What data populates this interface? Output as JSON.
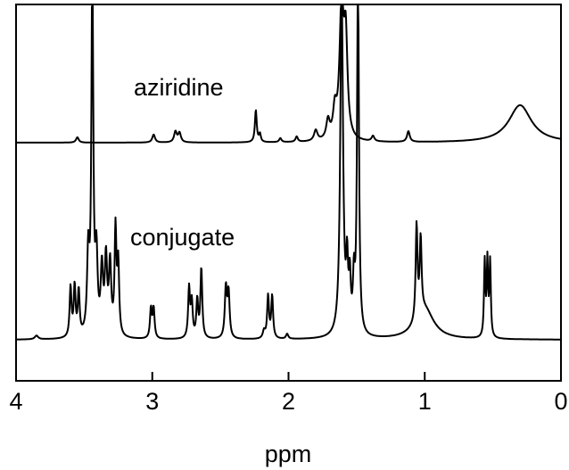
{
  "chart_data": {
    "type": "line",
    "title": "",
    "xlabel": "ppm",
    "ylabel": "",
    "xlim": [
      4,
      0
    ],
    "x_reversed": true,
    "xticks": [
      4,
      3,
      2,
      1,
      0
    ],
    "tick_labels": [
      "4",
      "3",
      "2",
      "1",
      "0"
    ],
    "grid": false,
    "legend": "none",
    "line_color": "#000000",
    "series": [
      {
        "name": "aziridine",
        "baseline": 0.59,
        "peaks": [
          {
            "x": 3.55,
            "h": 0.02,
            "w": 0.012
          },
          {
            "x": 2.99,
            "h": 0.03,
            "w": 0.012
          },
          {
            "x": 2.83,
            "h": 0.04,
            "w": 0.012
          },
          {
            "x": 2.8,
            "h": 0.035,
            "w": 0.012
          },
          {
            "x": 2.24,
            "h": 0.12,
            "w": 0.008
          },
          {
            "x": 2.21,
            "h": 0.03,
            "w": 0.008
          },
          {
            "x": 2.06,
            "h": 0.015,
            "w": 0.01
          },
          {
            "x": 1.94,
            "h": 0.02,
            "w": 0.01
          },
          {
            "x": 1.8,
            "h": 0.04,
            "w": 0.015
          },
          {
            "x": 1.71,
            "h": 0.07,
            "w": 0.015
          },
          {
            "x": 1.66,
            "h": 0.1,
            "w": 0.015
          },
          {
            "x": 1.61,
            "h": 0.5,
            "w": 0.018
          },
          {
            "x": 1.58,
            "h": 0.35,
            "w": 0.015
          },
          {
            "x": 1.38,
            "h": 0.02,
            "w": 0.012
          },
          {
            "x": 1.12,
            "h": 0.04,
            "w": 0.012
          },
          {
            "x": 0.3,
            "h": 0.14,
            "w": 0.1
          }
        ]
      },
      {
        "name": "conjugate",
        "baseline": 0.0,
        "peaks": [
          {
            "x": 3.85,
            "h": 0.015,
            "w": 0.015
          },
          {
            "x": 3.6,
            "h": 0.2,
            "w": 0.008
          },
          {
            "x": 3.57,
            "h": 0.2,
            "w": 0.008
          },
          {
            "x": 3.54,
            "h": 0.18,
            "w": 0.008
          },
          {
            "x": 3.47,
            "h": 0.32,
            "w": 0.01
          },
          {
            "x": 3.44,
            "h": 1.5,
            "w": 0.008
          },
          {
            "x": 3.41,
            "h": 0.3,
            "w": 0.01
          },
          {
            "x": 3.37,
            "h": 0.26,
            "w": 0.01
          },
          {
            "x": 3.34,
            "h": 0.3,
            "w": 0.01
          },
          {
            "x": 3.31,
            "h": 0.28,
            "w": 0.01
          },
          {
            "x": 3.27,
            "h": 0.42,
            "w": 0.008
          },
          {
            "x": 3.25,
            "h": 0.28,
            "w": 0.008
          },
          {
            "x": 3.01,
            "h": 0.12,
            "w": 0.008
          },
          {
            "x": 2.99,
            "h": 0.12,
            "w": 0.008
          },
          {
            "x": 2.73,
            "h": 0.2,
            "w": 0.008
          },
          {
            "x": 2.71,
            "h": 0.14,
            "w": 0.008
          },
          {
            "x": 2.67,
            "h": 0.15,
            "w": 0.008
          },
          {
            "x": 2.64,
            "h": 0.28,
            "w": 0.008
          },
          {
            "x": 2.46,
            "h": 0.2,
            "w": 0.009
          },
          {
            "x": 2.44,
            "h": 0.18,
            "w": 0.009
          },
          {
            "x": 2.18,
            "h": 0.03,
            "w": 0.01
          },
          {
            "x": 2.15,
            "h": 0.17,
            "w": 0.008
          },
          {
            "x": 2.12,
            "h": 0.17,
            "w": 0.008
          },
          {
            "x": 2.01,
            "h": 0.02,
            "w": 0.01
          },
          {
            "x": 1.61,
            "h": 1.4,
            "w": 0.012
          },
          {
            "x": 1.57,
            "h": 0.25,
            "w": 0.008
          },
          {
            "x": 1.55,
            "h": 0.2,
            "w": 0.008
          },
          {
            "x": 1.52,
            "h": 0.2,
            "w": 0.008
          },
          {
            "x": 1.49,
            "h": 1.5,
            "w": 0.008
          },
          {
            "x": 1.06,
            "h": 0.38,
            "w": 0.008
          },
          {
            "x": 1.03,
            "h": 0.3,
            "w": 0.008
          },
          {
            "x": 1.0,
            "h": 0.12,
            "w": 0.08
          },
          {
            "x": 0.56,
            "h": 0.3,
            "w": 0.006
          },
          {
            "x": 0.54,
            "h": 0.3,
            "w": 0.006
          },
          {
            "x": 0.52,
            "h": 0.3,
            "w": 0.006
          }
        ]
      }
    ]
  }
}
